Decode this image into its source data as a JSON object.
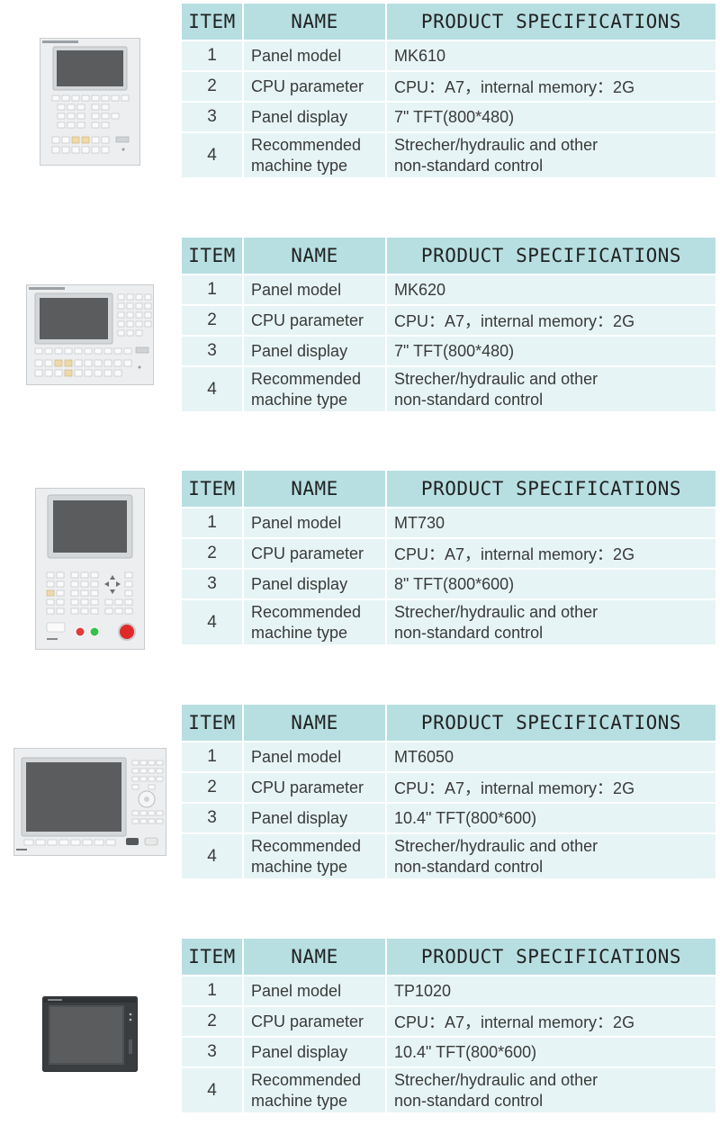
{
  "headers": {
    "item": "ITEM",
    "name": "NAME",
    "spec": "PRODUCT SPECIFICATIONS"
  },
  "products": [
    {
      "rows": [
        {
          "item": "1",
          "name": "Panel model",
          "value": "MK610"
        },
        {
          "item": "2",
          "name": "CPU parameter",
          "value": "CPU：A7，internal memory：2G"
        },
        {
          "item": "3",
          "name": "Panel display",
          "value": "7\" TFT(800*480)"
        },
        {
          "item": "4",
          "name_l1": "Recommended",
          "name_l2": "machine type",
          "value_l1": "Strecher/hydraulic and other",
          "value_l2": "non-standard control"
        }
      ]
    },
    {
      "rows": [
        {
          "item": "1",
          "name": "Panel model",
          "value": "MK620"
        },
        {
          "item": "2",
          "name": "CPU parameter",
          "value": "CPU：A7，internal memory：2G"
        },
        {
          "item": "3",
          "name": "Panel display",
          "value": "7\" TFT(800*480)"
        },
        {
          "item": "4",
          "name_l1": "Recommended",
          "name_l2": "machine type",
          "value_l1": "Strecher/hydraulic and other",
          "value_l2": "non-standard control"
        }
      ]
    },
    {
      "rows": [
        {
          "item": "1",
          "name": "Panel model",
          "value": "MT730"
        },
        {
          "item": "2",
          "name": "CPU parameter",
          "value": "CPU：A7，internal memory：2G"
        },
        {
          "item": "3",
          "name": "Panel display",
          "value": "8\" TFT(800*600)"
        },
        {
          "item": "4",
          "name_l1": "Recommended",
          "name_l2": "machine type",
          "value_l1": "Strecher/hydraulic and other",
          "value_l2": "non-standard control"
        }
      ]
    },
    {
      "rows": [
        {
          "item": "1",
          "name": "Panel model",
          "value": "MT6050"
        },
        {
          "item": "2",
          "name": "CPU parameter",
          "value": "CPU：A7，internal memory：2G"
        },
        {
          "item": "3",
          "name": "Panel display",
          "value": "10.4\" TFT(800*600)"
        },
        {
          "item": "4",
          "name_l1": "Recommended",
          "name_l2": "machine type",
          "value_l1": "Strecher/hydraulic and other",
          "value_l2": "non-standard control"
        }
      ]
    },
    {
      "rows": [
        {
          "item": "1",
          "name": "Panel model",
          "value": "TP1020"
        },
        {
          "item": "2",
          "name": "CPU parameter",
          "value": "CPU：A7，internal memory：2G"
        },
        {
          "item": "3",
          "name": "Panel display",
          "value": "10.4\" TFT(800*600)"
        },
        {
          "item": "4",
          "name_l1": "Recommended",
          "name_l2": "machine type",
          "value_l1": "Strecher/hydraulic and other",
          "value_l2": "non-standard control"
        }
      ]
    }
  ],
  "colors": {
    "header_bg": "#b7dfe2",
    "cell_bg": "#e6f4f5",
    "panel_body": "#eceeef",
    "screen": "#5a5c5e"
  },
  "device_images": [
    "mk610-panel-image",
    "mk620-panel-image",
    "mt730-panel-image",
    "mt6050-panel-image",
    "tp1020-panel-image"
  ]
}
